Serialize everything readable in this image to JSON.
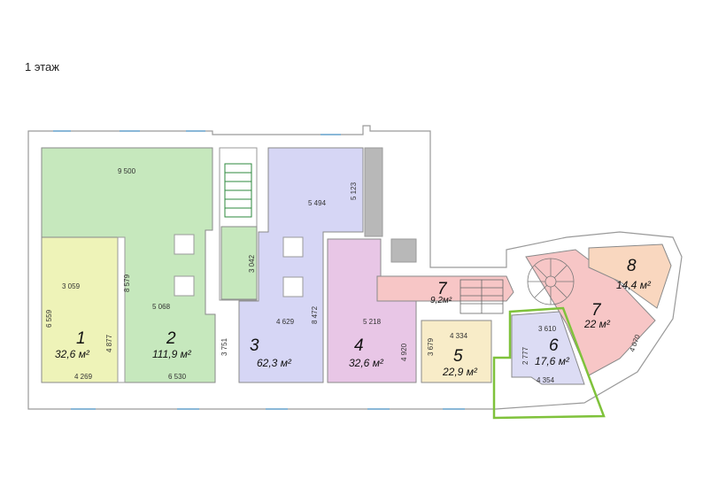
{
  "floor_title": "1 этаж",
  "colors": {
    "room_1": "#eef3b8",
    "room_2": "#c6e8bd",
    "room_3": "#d6d6f5",
    "room_4": "#e8c6e6",
    "room_5": "#f8ecc8",
    "room_6": "#dcdcf4",
    "room_7": "#f7c6c6",
    "room_8": "#f9d7bf",
    "highlight": "#7fc23b",
    "stairs": "#2e8a3e",
    "corridor_grey": "#b8b8b8"
  },
  "rooms": [
    {
      "number": "1",
      "area": "32,6 м²"
    },
    {
      "number": "2",
      "area": "111,9 м²"
    },
    {
      "number": "3",
      "area": "62,3 м²"
    },
    {
      "number": "4",
      "area": "32,6 м²"
    },
    {
      "number": "5",
      "area": "22,9 м²"
    },
    {
      "number": "6",
      "area": "17,6 м²"
    },
    {
      "number": "7",
      "area": "22 м²"
    },
    {
      "number": "7",
      "area": "9,2м²"
    },
    {
      "number": "8",
      "area": "14,4 м²"
    }
  ],
  "dimensions": {
    "d9500": "9 500",
    "d5494": "5 494",
    "d5123": "5 123",
    "d3042": "3 042",
    "d8579": "8 579",
    "d3059": "3 059",
    "d6559": "6 559",
    "d4877": "4 877",
    "d4269": "4 269",
    "d5068": "5 068",
    "d6530": "6 530",
    "d3751": "3 751",
    "d4629": "4 629",
    "d8472": "8 472",
    "d5218": "5 218",
    "d4920": "4 920",
    "d3679": "3 679",
    "d4334": "4 334",
    "d2777": "2 777",
    "d3610": "3 610",
    "d4354": "4 354",
    "d4070": "4 070"
  }
}
